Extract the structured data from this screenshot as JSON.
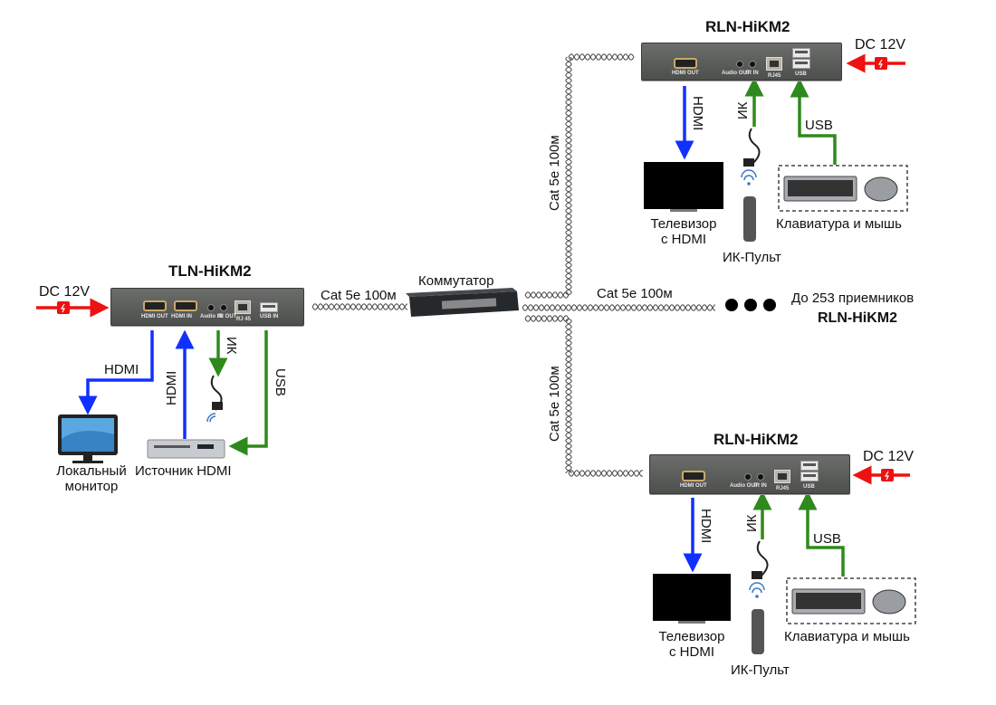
{
  "transmitter": {
    "title": "TLN-HiKM2",
    "ports": [
      "HDMI OUT",
      "HDMI IN",
      "Audio IN",
      "IR OUT",
      "RJ 45",
      "USB IN"
    ],
    "power_label": "DC 12V",
    "links": {
      "hdmi_out": "HDMI",
      "hdmi_in": "HDMI",
      "ir": "ИК",
      "usb": "USB"
    },
    "devices": {
      "monitor": [
        "Локальный",
        "монитор"
      ],
      "source": "Источник HDMI"
    }
  },
  "switch": {
    "title": "Коммутатор",
    "cable_in": "Cat 5e 100м",
    "cable_mid": "Cat 5e 100м",
    "cable_top": "Cat 5e 100м",
    "cable_bottom": "Cat 5e 100м"
  },
  "more": {
    "line1": "До 253 приемников",
    "line2": "RLN-HiKM2"
  },
  "receivers": [
    {
      "title": "RLN-HiKM2",
      "ports": [
        "HDMI OUT",
        "Audio OUT",
        "IR IN",
        "RJ45",
        "USB"
      ],
      "power_label": "DC 12V",
      "links": {
        "hdmi": "HDMI",
        "ir": "ИК",
        "usb": "USB"
      },
      "devices": {
        "tv": [
          "Телевизор",
          "с HDMI"
        ],
        "remote": "ИК-Пульт",
        "kbm": "Клавиатура и мышь"
      }
    },
    {
      "title": "RLN-HiKM2",
      "ports": [
        "HDMI OUT",
        "Audio OUT",
        "IR IN",
        "RJ45",
        "USB"
      ],
      "power_label": "DC 12V",
      "links": {
        "hdmi": "HDMI",
        "ir": "ИК",
        "usb": "USB"
      },
      "devices": {
        "tv": [
          "Телевизор",
          "с HDMI"
        ],
        "remote": "ИК-Пульт",
        "kbm": "Клавиатура и мышь"
      }
    }
  ],
  "colors": {
    "hdmi": "#1030ff",
    "usb_ir": "#2e8a1c",
    "power": "#ee1111",
    "device_box": "#5a5c5a"
  }
}
